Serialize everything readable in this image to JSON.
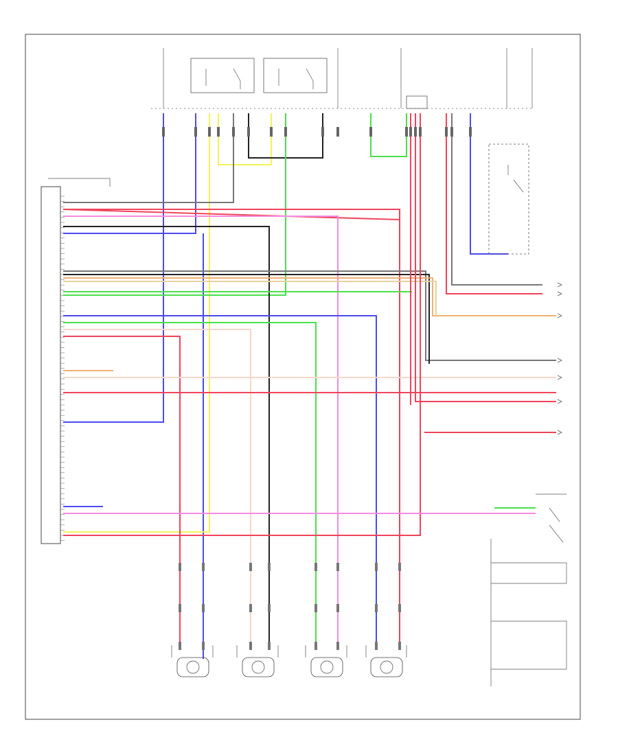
{
  "diagram": {
    "footer_code": "",
    "wire_colors": {
      "red": "#f0435a",
      "pink": "#f48be0",
      "blue": "#4a4af0",
      "green": "#49e049",
      "yellow": "#f2f25a",
      "gray": "#777777",
      "black": "#222222",
      "orange": "#f0b070",
      "tan": "#e6cfa0",
      "lightgreen": "#9ee69e",
      "peach": "#f5d6c8"
    },
    "components": [
      {
        "id": "control-module",
        "label": ""
      },
      {
        "id": "relay-1",
        "label": ""
      },
      {
        "id": "relay-2",
        "label": ""
      },
      {
        "id": "fuse-block",
        "label": ""
      },
      {
        "id": "switch",
        "label": ""
      },
      {
        "id": "sensor-1",
        "label": ""
      },
      {
        "id": "sensor-2",
        "label": ""
      },
      {
        "id": "sensor-3",
        "label": ""
      },
      {
        "id": "sensor-4",
        "label": ""
      }
    ]
  }
}
